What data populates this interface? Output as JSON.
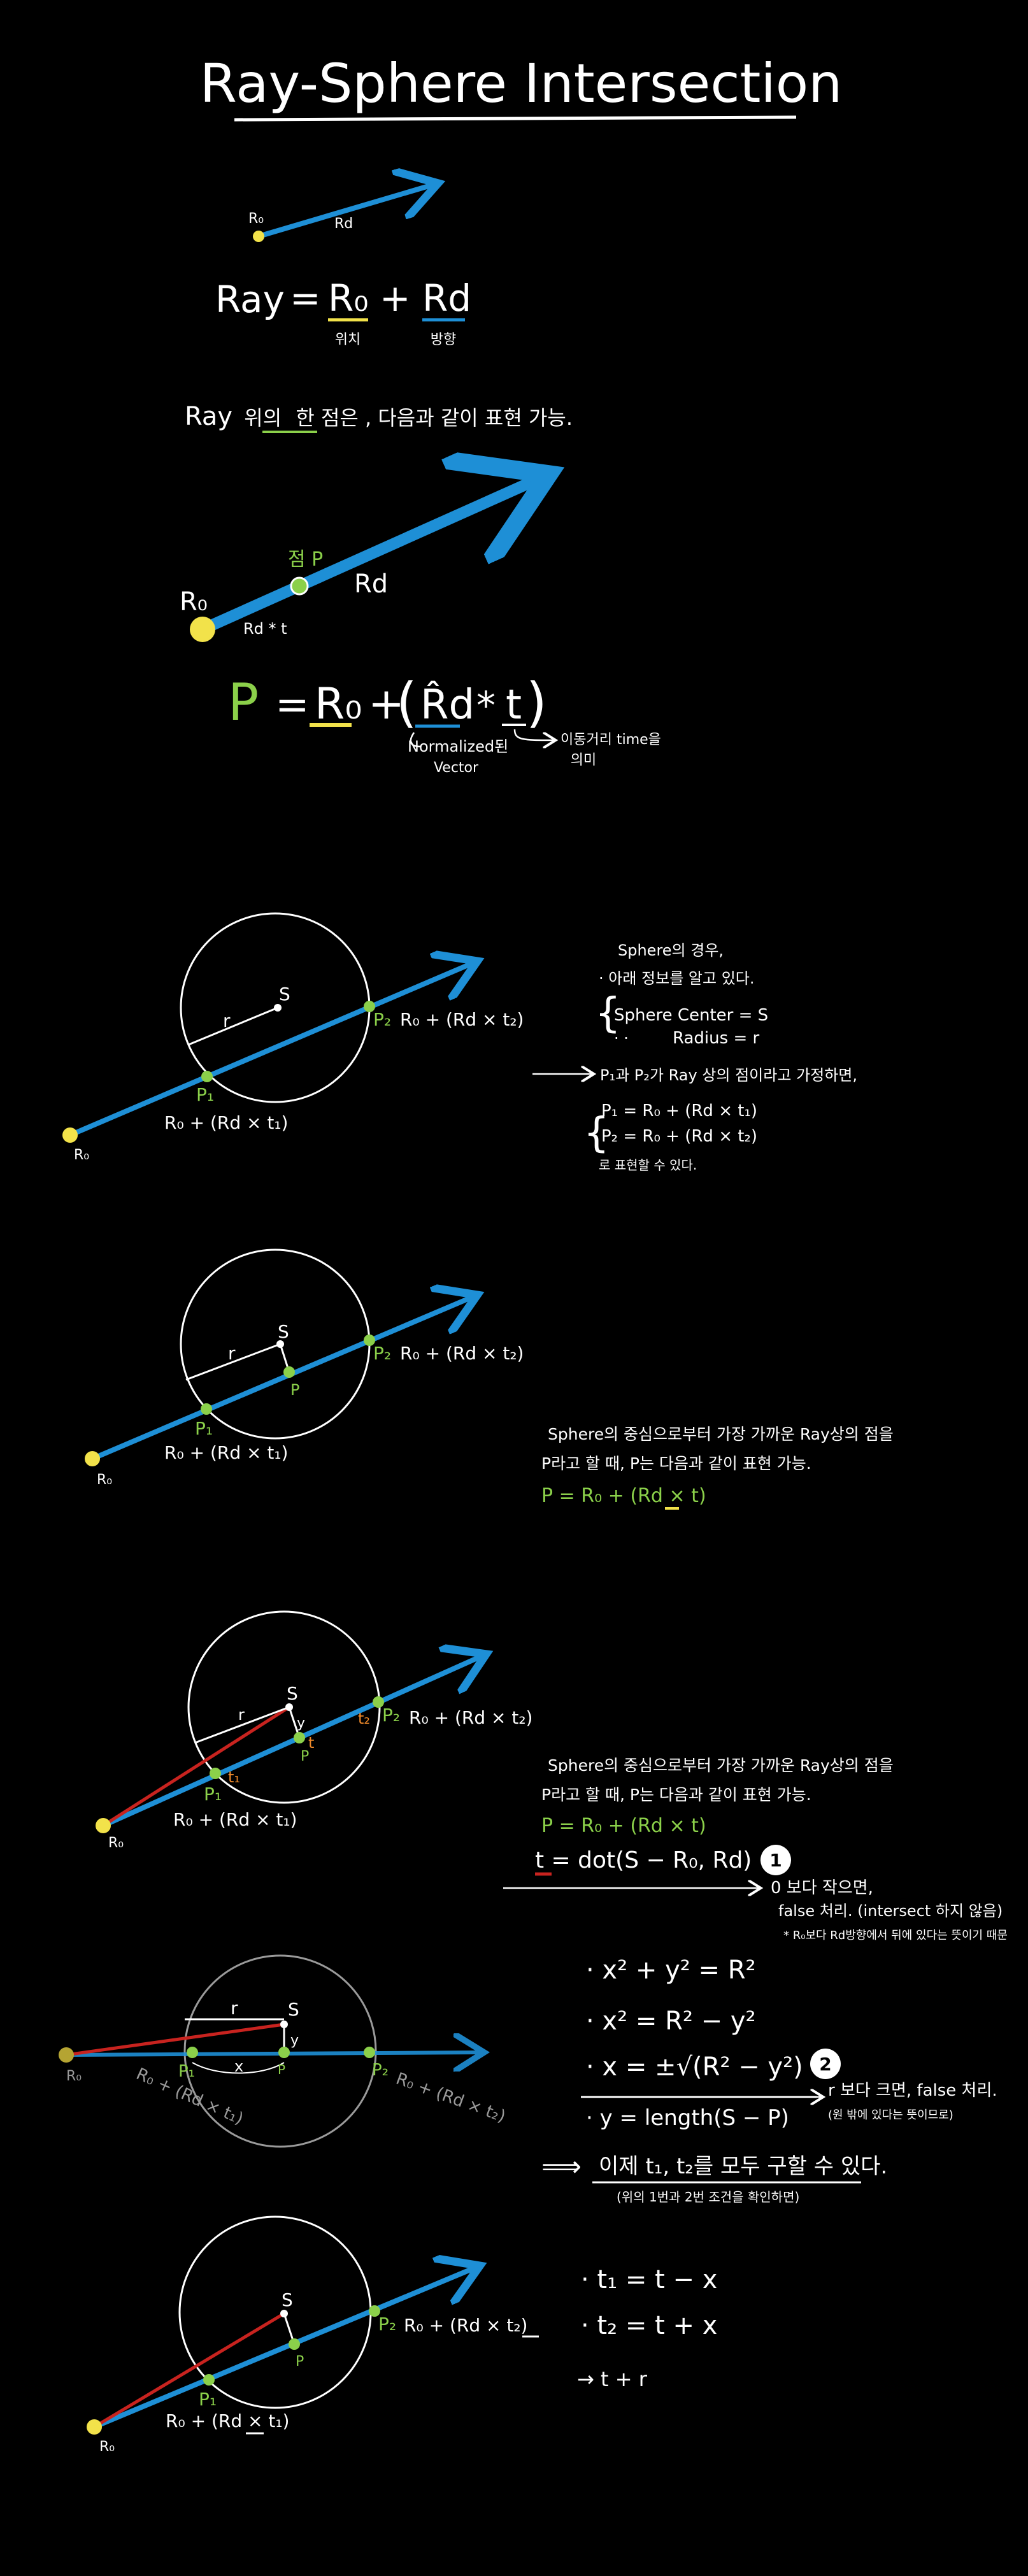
{
  "title": "Ray-Sphere Intersection",
  "colors": {
    "ray": "#1e8fd6",
    "origin": "#f2e24a",
    "point": "#8bd04a",
    "white": "#ffffff",
    "red": "#c8231f",
    "orange": "#f08a2a",
    "gray": "#9a9a9a"
  },
  "labels": {
    "ro": "R₀",
    "rd": "Rd",
    "p": "P",
    "s": "S",
    "r": "r",
    "y": "y",
    "x": "x",
    "t": "t",
    "t1": "t₁",
    "t2": "t₂",
    "p1": "P₁",
    "p2": "P₂"
  },
  "section1": {
    "eq_ray": "Ray",
    "eq_equals": "=",
    "eq_ro": "R₀",
    "eq_plus": "+",
    "eq_rd": "Rd",
    "pos_label": "위치",
    "dir_label": "방향"
  },
  "section2": {
    "sentence_ray": "Ray",
    "sentence_rest_1": "위의",
    "sentence_point": "한 점은",
    "sentence_rest_2": ", 다음과 같이 표현 가능."
  },
  "section3": {
    "point_label": "점 P",
    "rdt": "Rd * t",
    "eq_p": "P",
    "eq_equals": "=",
    "eq_ro": "R₀",
    "eq_plus": "+",
    "eq_rd_hat": "R̂d",
    "eq_mul": "*",
    "eq_t": "t",
    "normalized": "Normalized된",
    "vector": "Vector",
    "t_note_1": "이동거리 time을",
    "t_note_2": "의미"
  },
  "section4": {
    "p2_formula": "R₀ + (Rd × t₂)",
    "p1_formula": "R₀ + (Rd × t₁)",
    "note_title": "Sphere의 경우,",
    "note_known": "· 아래 정보를 알고 있다.",
    "sphere_center": "Sphere Center = S",
    "radius": "Radius = r",
    "ditto": "· ·",
    "p_relation": "P₁과 P₂가 Ray 상의 점이라고 가정하면,",
    "p1_eq": "P₁ = R₀ + (Rd × t₁)",
    "p2_eq": "P₂ = R₀ + (Rd × t₂)",
    "can_express": "로 표현할 수 있다."
  },
  "section5": {
    "p2_formula": "R₀ + (Rd × t₂)",
    "p1_formula": "R₀ + (Rd × t₁)",
    "note_1": "Sphere의 중심으로부터 가장 가까운 Ray상의 점을",
    "note_2": "P라고 할 때, P는 다음과 같이 표현 가능.",
    "eq": "P = R₀ + (Rd × t)"
  },
  "section6": {
    "p2_formula": "R₀ + (Rd × t₂)",
    "p1_formula": "R₀ + (Rd × t₁)",
    "note_1": "Sphere의 중심으로부터 가장 가까운 Ray상의 점을",
    "note_2": "P라고 할 때, P는 다음과 같이 표현 가능.",
    "eq": "P = R₀ + (Rd × t)",
    "t_eq": "t = dot(S − R₀, Rd)",
    "badge": "1",
    "cond_1": "0 보다 작으면,",
    "cond_2": "false 처리. (intersect 하지 않음)",
    "cond_3": "* R₀보다 Rd방향에서 뒤에 있다는 뜻이기 때문"
  },
  "section7": {
    "p2_formula": "R₀ + (Rd × t₂)",
    "p1_formula": "R₀ + (Rd × t₁)",
    "eq1": "· x² + y² = R²",
    "eq2": "· x² = R² − y²",
    "eq3": "· x = ±√(R² − y²)",
    "eq4": "· y = length(S − P)",
    "badge": "2",
    "cond_1": "r 보다 크면, false 처리.",
    "cond_2": "(원 밖에 있다는 뜻이므로)",
    "now": "이제 t₁, t₂를 모두 구할 수 있다.",
    "now_sub": "(위의 1번과 2번 조건을 확인하면)"
  },
  "section8": {
    "p2_formula": "R₀ + (Rd × t₂)",
    "p1_formula": "R₀ + (Rd × t₁)",
    "t1_eq": "· t₁ = t − x",
    "t2_eq": "· t₂ = t + x",
    "arrow_t": "→ t + r"
  }
}
